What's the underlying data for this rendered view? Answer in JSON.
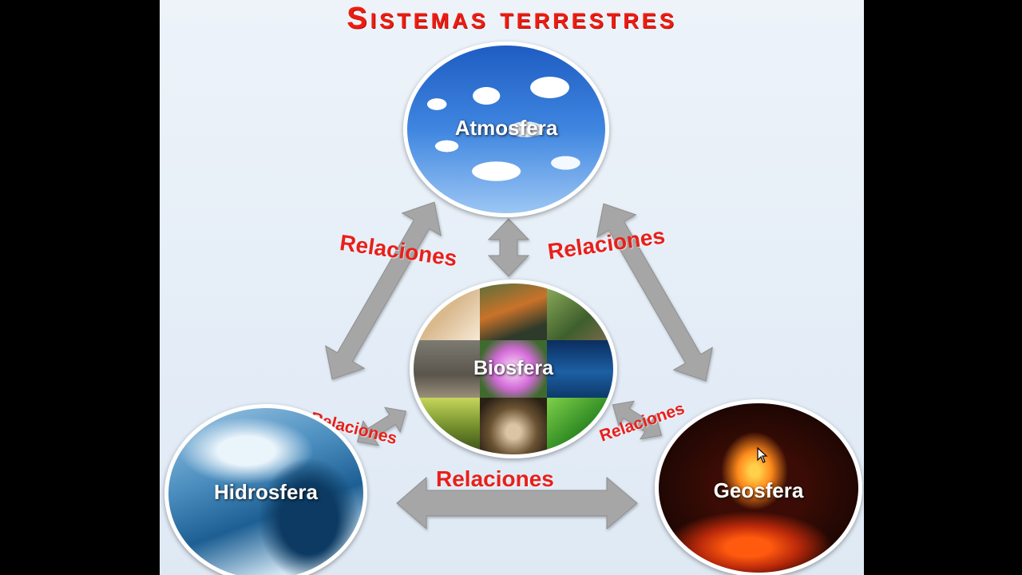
{
  "title": "Sistemas terrestres",
  "spheres": {
    "atmosfera": "Atmosfera",
    "biosfera": "Biosfera",
    "hidrosfera": "Hidrosfera",
    "geosfera": "Geosfera"
  },
  "relations": {
    "atm_hidro": "Relaciones",
    "atm_geo": "Relaciones",
    "hidro_bio": "Relaciones",
    "geo_bio": "Relaciones",
    "hidro_geo": "Relaciones"
  },
  "colors": {
    "title": "#ee1c10",
    "relation_text": "#e8201a",
    "arrow_fill": "#a6a6a6",
    "slide_background": "#e8f0f8"
  },
  "icons": {
    "pointer": "mouse-cursor-icon",
    "connectors": "double-headed-arrow"
  }
}
